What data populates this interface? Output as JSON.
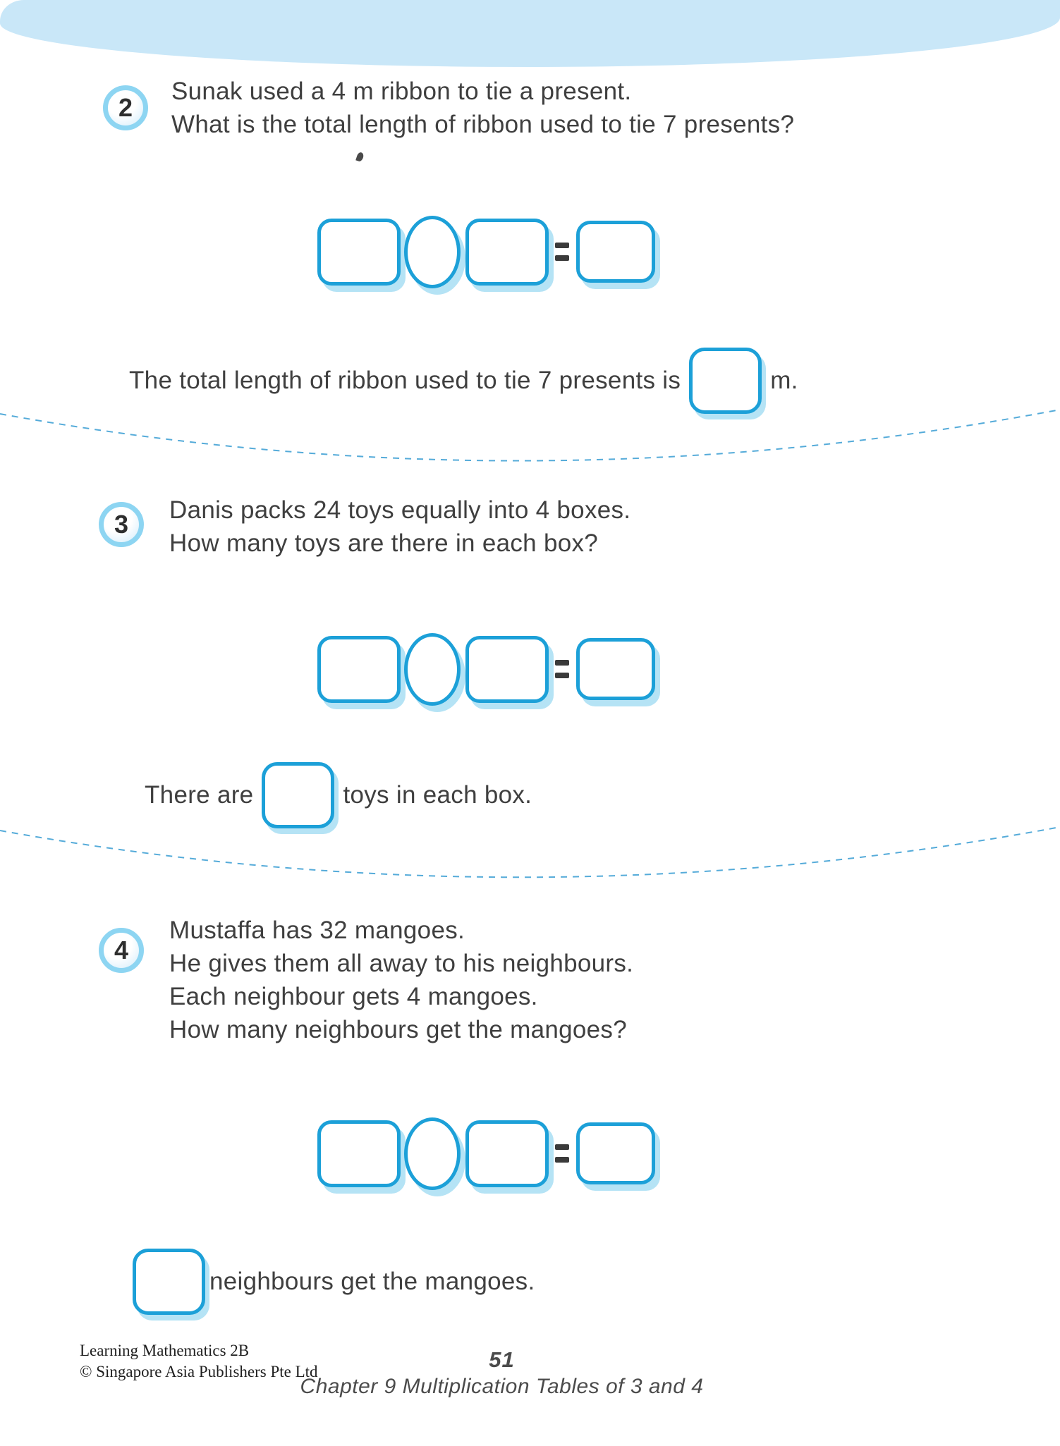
{
  "colors": {
    "accent_blue": "#1ca0d8",
    "box_shadow_blue": "#b5e3f5",
    "banner_blue": "#c9e7f8",
    "badge_ring_blue": "#8dd5f2",
    "dashed_line_blue": "#55abd9",
    "text_gray": "#3f3f3f"
  },
  "questions": [
    {
      "number": "2",
      "lines": [
        "Sunak used a 4 m ribbon to tie a present.",
        "What is the total length of ribbon used to tie 7 presents?"
      ],
      "answer_prefix": "The total length of ribbon used to tie 7 presents is",
      "answer_suffix": "m."
    },
    {
      "number": "3",
      "lines": [
        "Danis packs 24 toys equally into 4 boxes.",
        "How many toys are there in each box?"
      ],
      "answer_prefix": "There are",
      "answer_suffix": "toys in each box."
    },
    {
      "number": "4",
      "lines": [
        "Mustaffa has 32 mangoes.",
        "He gives them all away to his neighbours.",
        "Each neighbour gets 4 mangoes.",
        "How many neighbours get the mangoes?"
      ],
      "answer_prefix": "",
      "answer_suffix": "neighbours get the mangoes."
    }
  ],
  "footer": {
    "book_title": "Learning Mathematics 2B",
    "publisher": "© Singapore Asia Publishers Pte Ltd",
    "page_number": "51",
    "chapter": "Chapter 9  Multiplication Tables of 3 and 4"
  }
}
